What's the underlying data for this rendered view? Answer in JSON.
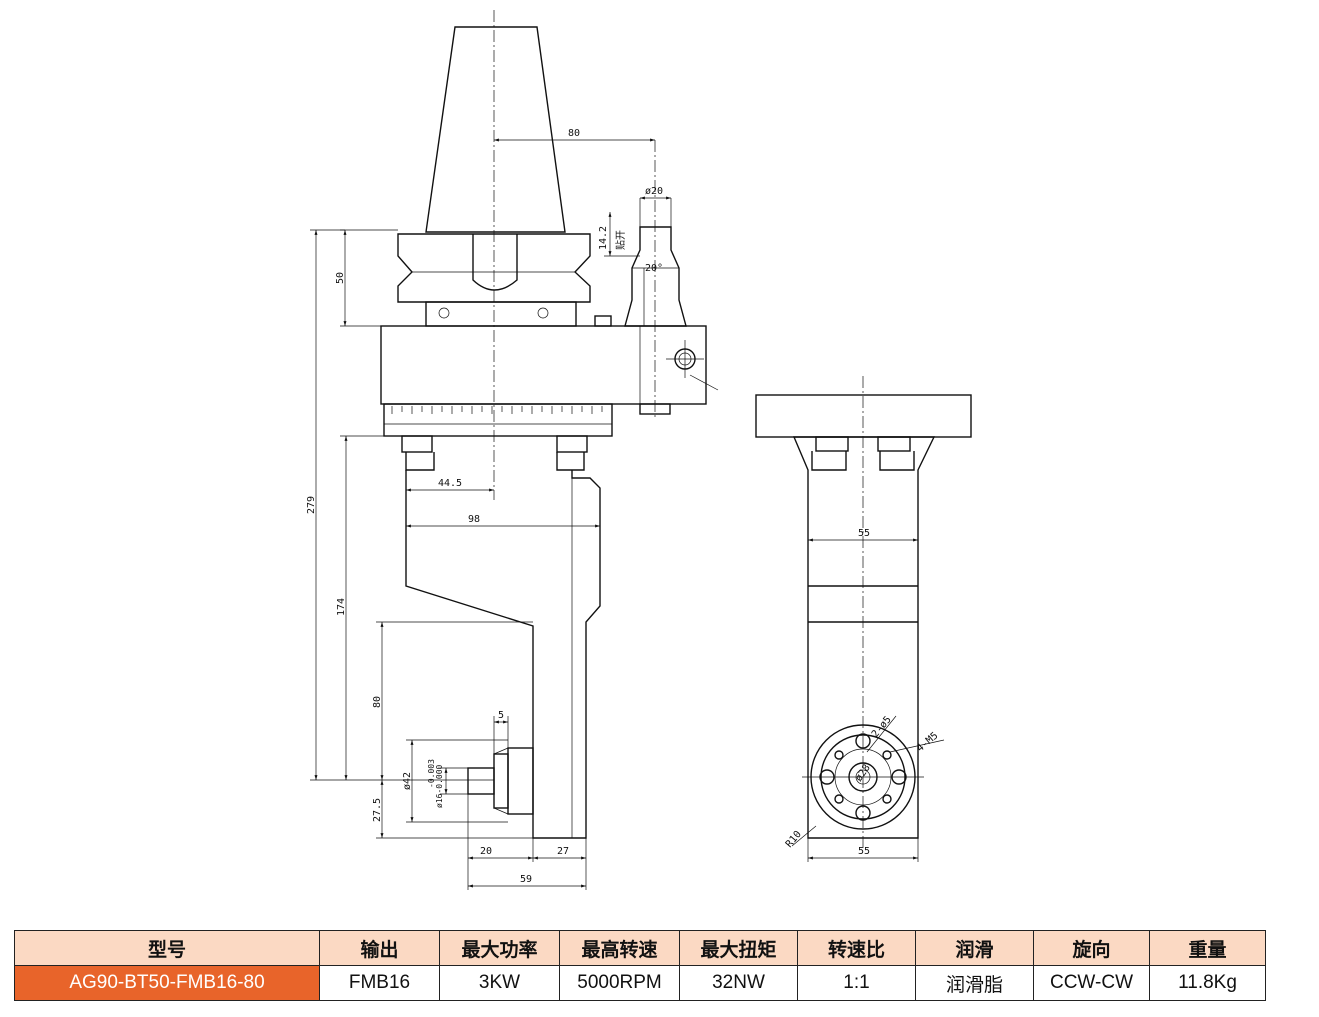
{
  "drawing": {
    "side_view_dims": {
      "d80_top": "80",
      "d20": "ø20",
      "d14": "14.2",
      "d14_note": "贴开",
      "angle": "20°",
      "d50": "50",
      "d279": "279",
      "d174": "174",
      "d445": "44.5",
      "d98": "98",
      "d80": "80",
      "d5": "5",
      "d42": "ø42",
      "d16": "ø16-0.000",
      "d16_tol": "-0.003",
      "d275": "27.5",
      "d20b": "20",
      "d27": "27",
      "d59": "59"
    },
    "front_view_dims": {
      "d55_top": "55",
      "d55_bottom": "55",
      "r10": "R10",
      "h2": "2-ø5",
      "h4": "4-M5",
      "d28": "ø28"
    }
  },
  "spec_table": {
    "headers": [
      "型号",
      "输出",
      "最大功率",
      "最高转速",
      "最大扭矩",
      "转速比",
      "润滑",
      "旋向",
      "重量"
    ],
    "row": [
      "AG90-BT50-FMB16-80",
      "FMB16",
      "3KW",
      "5000RPM",
      "32NW",
      "1:1",
      "润滑脂",
      "CCW-CW",
      "11.8Kg"
    ]
  },
  "colors": {
    "header_bg": "#fbd9c3",
    "model_bg": "#e8642a",
    "line": "#111111"
  }
}
